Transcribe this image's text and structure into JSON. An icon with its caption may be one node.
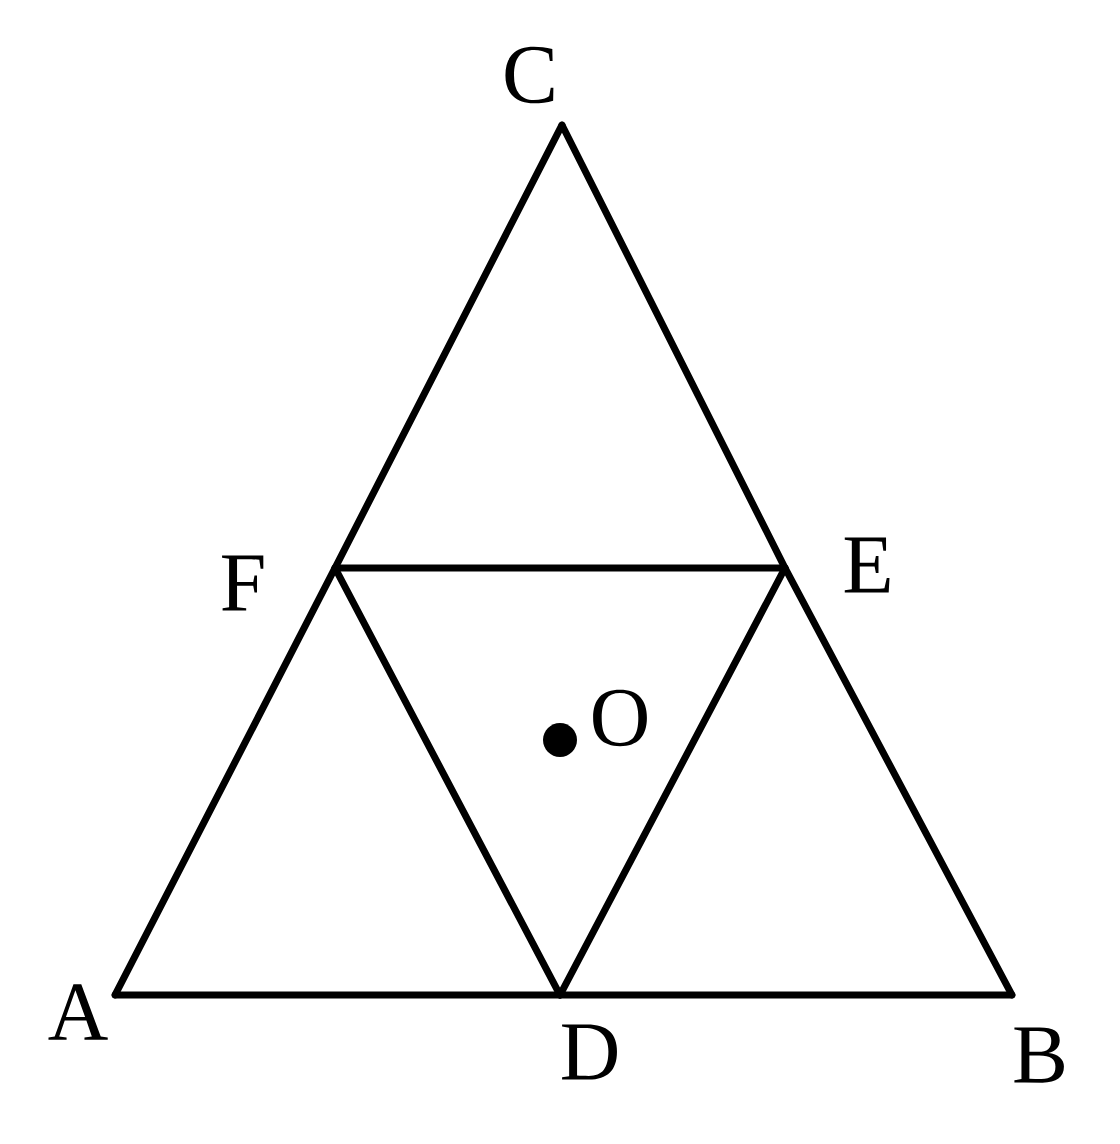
{
  "diagram": {
    "nodes": [
      {
        "text": [
          "C"
        ]
      },
      {
        "text": [
          "F"
        ]
      },
      {
        "text": [
          "E"
        ]
      },
      {
        "text": [
          "O"
        ]
      },
      {
        "text": [
          "A"
        ]
      },
      {
        "text": [
          "D"
        ]
      },
      {
        "text": [
          "B"
        ]
      }
    ],
    "edges": [
      {
        "from": 4,
        "to": 5,
        "arrow": "none"
      },
      {
        "from": 5,
        "to": 6,
        "arrow": "none"
      },
      {
        "from": 6,
        "to": 2,
        "arrow": "none"
      },
      {
        "from": 2,
        "to": 0,
        "arrow": "none"
      },
      {
        "from": 0,
        "to": 1,
        "arrow": "none"
      },
      {
        "from": 1,
        "to": 4,
        "arrow": "none"
      },
      {
        "from": 1,
        "to": 2,
        "arrow": "none"
      },
      {
        "from": 1,
        "to": 5,
        "arrow": "none"
      },
      {
        "from": 5,
        "to": 2,
        "arrow": "none"
      }
    ]
  }
}
